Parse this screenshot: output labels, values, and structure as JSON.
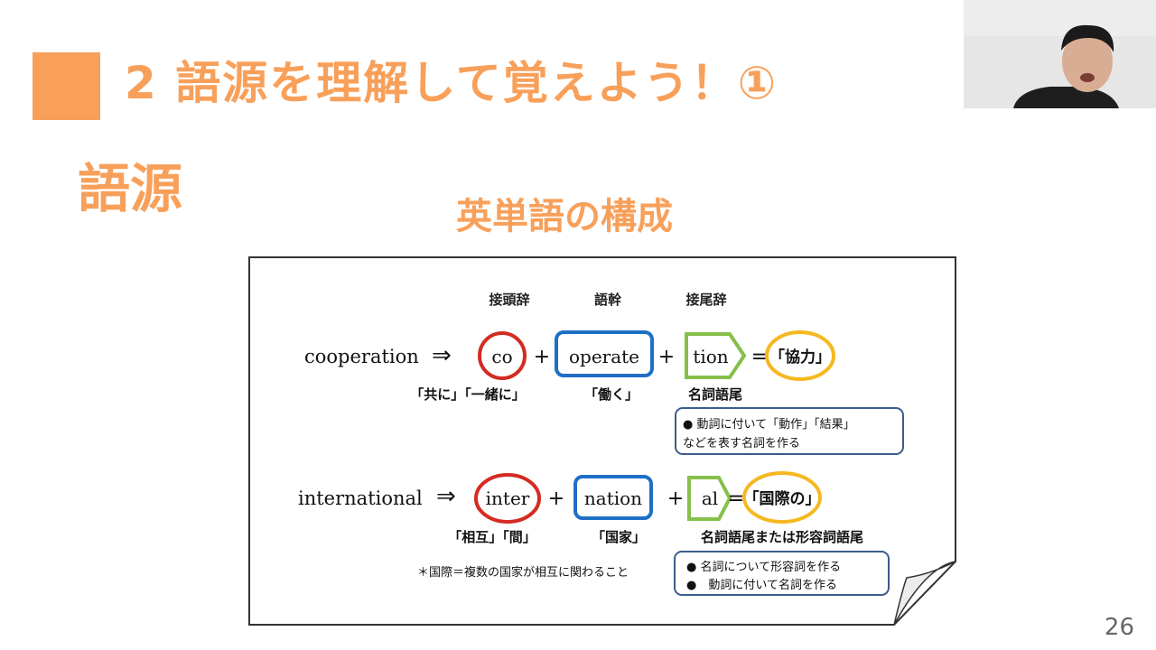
{
  "slide": {
    "title": "2 語源を理解して覚えよう！①",
    "section_heading": "語源",
    "subheading": "英単語の構成",
    "page_number": "26"
  },
  "diagram": {
    "column_labels": {
      "prefix": "接頭辞",
      "stem": "語幹",
      "suffix": "接尾辞"
    },
    "row1": {
      "word": "cooperation",
      "arrow": "⇒",
      "prefix": "co",
      "plus1": "+",
      "stem": "operate",
      "plus2": "+",
      "suffix": "tion",
      "equals": "=",
      "meaning": "「協力」",
      "prefix_meaning": "「共に」「一緒に」",
      "stem_meaning": "「働く」",
      "suffix_meaning": "名詞語尾",
      "note_line1": "● 動詞に付いて「動作」「結果」",
      "note_line2": "などを表す名詞を作る"
    },
    "row2": {
      "word": "international",
      "arrow": "⇒",
      "prefix": "inter",
      "plus1": "+",
      "stem": "nation",
      "plus2": "+",
      "suffix": "al",
      "equals": "=",
      "meaning": "「国際の」",
      "prefix_meaning": "「相互」「間」",
      "stem_meaning": "「国家」",
      "suffix_meaning": "名詞語尾または形容詞語尾",
      "footnote": "＊国際＝複数の国家が相互に関わること",
      "note_line1": "● 名詞について形容詞を作る",
      "note_line2": "●　動詞に付いて名詞を作る"
    }
  },
  "colors": {
    "accent": "#F8A05A",
    "prefix_circle": "#D42B22",
    "stem_box": "#1F6FC5",
    "suffix_tag": "#86BF4A",
    "meaning_oval": "#F5B820",
    "note_border": "#3B5C8C"
  },
  "icons": {
    "webcam": "person-video-icon"
  }
}
